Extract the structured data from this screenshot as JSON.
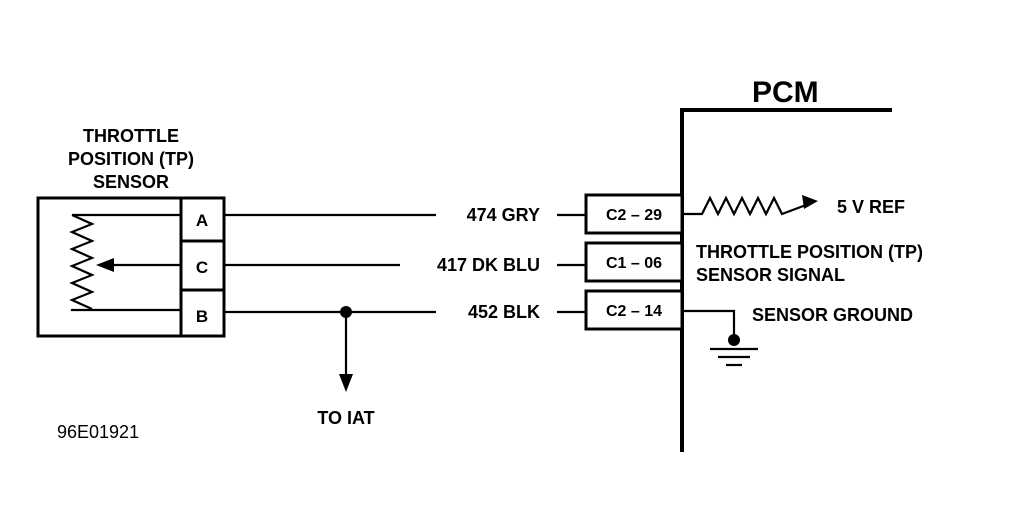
{
  "pcm": {
    "title": "PCM"
  },
  "sensor": {
    "title_lines": [
      "THROTTLE",
      "POSITION (TP)",
      "SENSOR"
    ],
    "terminals": [
      "A",
      "C",
      "B"
    ]
  },
  "wires": [
    {
      "label": "474 GRY",
      "connector": "C2 – 29"
    },
    {
      "label": "417 DK BLU",
      "connector": "C1 – 06"
    },
    {
      "label": "452 BLK",
      "connector": "C2 – 14"
    }
  ],
  "pcm_labels": {
    "ref": "5 V REF",
    "signal_lines": [
      "THROTTLE POSITION (TP)",
      "SENSOR  SIGNAL"
    ],
    "ground": "SENSOR GROUND"
  },
  "branch": {
    "label": "TO IAT"
  },
  "figure_id": "96E01921"
}
